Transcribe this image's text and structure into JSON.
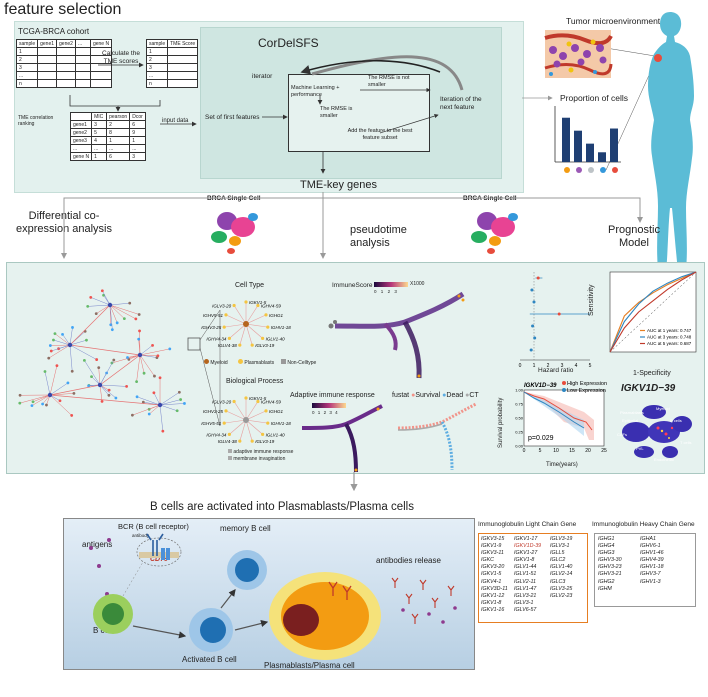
{
  "title": "feature selection",
  "top": {
    "cohort_title": "TCGA-BRCA cohort",
    "table1_headers": [
      "sample",
      "gene1",
      "gene2",
      "...",
      "gene N"
    ],
    "table1_rows": [
      "1",
      "2",
      "3",
      "...",
      "n"
    ],
    "calc_label": "Calculate the TME scores",
    "table2_headers": [
      "sample",
      "TME Score"
    ],
    "table2_rows": [
      "1",
      "2",
      "3",
      "...",
      "n"
    ],
    "tme_corr_label": "TME correlation ranking",
    "table3_headers": [
      "",
      "MIC",
      "pearson",
      "Dcor"
    ],
    "table3_rows": [
      [
        "gene1",
        "3",
        "2",
        "6"
      ],
      [
        "gene2",
        "5",
        "8",
        "9"
      ],
      [
        "gene3",
        "4",
        "1",
        "1"
      ],
      [
        "...",
        "...",
        "...",
        "..."
      ],
      [
        "gene N",
        "1",
        "6",
        "3"
      ]
    ],
    "input_data": "input data",
    "cordelsfs_title": "CorDelSFS",
    "iterator": "iterator",
    "set_first": "Set of first features",
    "ml_perf": "Machine Learning + performance",
    "rmse_not_smaller": "The RMSE is not smaller",
    "rmse_smaller": "The RMSE is smaller",
    "add_feature": "Add the feature to the best feature subset",
    "iteration_next": "Iteration of the next feature",
    "tme_key": "TME-key genes",
    "tumor_micro": "Tumor microenvironment",
    "prop_cells": "Proportion of cells",
    "prop_bars": [
      0.82,
      0.58,
      0.34,
      0.18,
      0.62
    ]
  },
  "mid": {
    "brca1": "BRCA Single Cell",
    "brca2": "BRCA Single Cell",
    "diff_coexp": "Differential co-expression analysis",
    "pseudotime": "pseudotime analysis",
    "prognostic": "Prognostic Model",
    "cell_type": "Cell Type",
    "cell_type_genes": [
      "IGKV1-5",
      "IGHV4-59",
      "IGHG1",
      "IGHV1-18",
      "IGLV1-40",
      "IGLV3-19",
      "IGLV4-38",
      "IGHV4-34",
      "IGHV3-25",
      "IGHV5-51",
      "IGLV3-20"
    ],
    "legend_myeloid": "Myeloid",
    "legend_plasma": "Plasmablasts",
    "legend_noncell": "Non-Celltype",
    "bio_process": "Biological Process",
    "bio_genes": [
      "IGKV1-5",
      "IGHV4-59",
      "IGHG1",
      "IGHV1-18",
      "IGLV1-40",
      "IGLV3-19",
      "IGLV4-38",
      "IGHV4-34",
      "IGHV5-51",
      "IGHV3-25",
      "IGLV3-20"
    ],
    "bio_proc1": "adaptive immune response",
    "bio_proc2": "membrane invagination",
    "immune_score": "ImmuneScore",
    "immune_scale": [
      "0",
      "1",
      "2",
      "3"
    ],
    "immune_scale_unit": "X1000",
    "adaptive": "Adaptive immune response",
    "adaptive_scale": [
      "0",
      "1",
      "2",
      "3",
      "4"
    ],
    "fustat": "fustat",
    "survival": "Survival",
    "dead": "Dead",
    "ct": "CT",
    "hr_axis_label": "Hazard ratio",
    "hr_ticks": [
      "0",
      "1",
      "2",
      "3",
      "4",
      "5"
    ],
    "roc_ylabel": "Sensitivity",
    "roc_xlabel": "1-Specificity",
    "roc_legend": [
      "AUC at 1 years: 0.747",
      "AUC at 3 years: 0.748",
      "AUC at 5 years: 0.687"
    ],
    "km_title": "IGKV1D−39",
    "km_high": "High Expression",
    "km_low": "Low Expression",
    "km_p": "p=0.029",
    "km_ylabel": "Survival probability",
    "km_xlabel": "Time(years)",
    "km_xticks": [
      "0",
      "5",
      "10",
      "15",
      "20",
      "25"
    ],
    "km_yticks": [
      "0.00",
      "0.25",
      "0.50",
      "0.75",
      "1.00"
    ],
    "umap_title": "IGKV1D−39",
    "umap_labels": [
      "Myeloid",
      "Plasmablasts",
      "Epithelial",
      "CAFs",
      "B cells",
      "T cells",
      "Endothelial",
      "PVL"
    ]
  },
  "bottom": {
    "title": "B cells are activated into Plasmablasts/Plasma cells",
    "antigens": "antigens",
    "bcr": "BCR (B cell receptor)",
    "antibody": "antibody",
    "cd79": "CD79",
    "memory_b": "memory B cell",
    "b_cell": "B cell",
    "activated_b": "Activated B cell",
    "plasma": "Plasmablasts/Plasma cell",
    "antibodies_release": "antibodies release",
    "light_title": "Immunoglobulin Light Chain Gene",
    "light_col1": [
      "IGKV3-15",
      "IGKV1-9",
      "IGKV3-11",
      "IGKC",
      "IGKV3-20",
      "IGKV1-5",
      "IGKV4-1",
      "IGKV3D-11",
      "IGKV1-12",
      "IGKV1-8",
      "IGKV1-16"
    ],
    "light_col2": [
      "IGKV1-17",
      "IGKV1D-39",
      "IGKV1-27",
      "IGKV1-8",
      "IGLV1-44",
      "IGLV1-51",
      "IGLV2-11",
      "IGLV1-47",
      "IGLV3-21",
      "IGLV3-1",
      "IGLV6-57"
    ],
    "light_col3": [
      "IGLV3-19",
      "IGLV3-1",
      "IGLL5",
      "IGLC2",
      "IGLV1-40",
      "IGLV2-14",
      "IGLC3",
      "IGLV3-25",
      "IGLV2-23"
    ],
    "highlight": "IGKV1D-39",
    "heavy_title": "Immunoglobulin Heavy Chain Gene",
    "heavy_col1": [
      "IGHG1",
      "IGHG4",
      "IGHG3",
      "IGHV3-30",
      "IGHV3-23",
      "IGHV3-21",
      "IGHG2",
      "IGHM"
    ],
    "heavy_col2": [
      "IGHA1",
      "IGHV6-1",
      "IGHV1-46",
      "IGHV4-39",
      "IGHV1-18",
      "IGHV3-7",
      "IGHV1-3"
    ]
  }
}
